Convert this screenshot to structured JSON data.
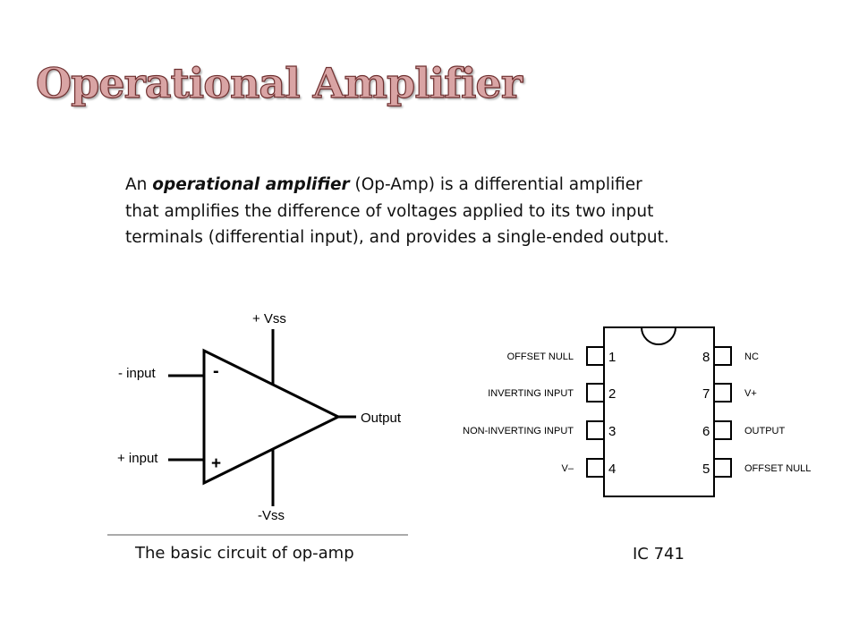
{
  "title": "Operational Amplifier",
  "description": {
    "lead": "An ",
    "term": "operational amplifier",
    "rest": " (Op-Amp) is a differential amplifier that amplifies the difference of voltages applied to its two input terminals (differential input), and provides a single-ended output."
  },
  "opamp": {
    "vpos": "+ Vss",
    "vneg": "-Vss",
    "inv_input": "- input",
    "noninv_input": "+ input",
    "minus_sign": "-",
    "plus_sign": "+",
    "output": "Output",
    "caption": "The basic circuit of op-amp"
  },
  "ic": {
    "left_pins": [
      {
        "label": "OFFSET NULL",
        "number": "1"
      },
      {
        "label": "INVERTING INPUT",
        "number": "2"
      },
      {
        "label": "NON-INVERTING INPUT",
        "number": "3"
      },
      {
        "label": "V–",
        "number": "4"
      }
    ],
    "right_pins": [
      {
        "label": "NC",
        "number": "8"
      },
      {
        "label": "V+",
        "number": "7"
      },
      {
        "label": "OUTPUT",
        "number": "6"
      },
      {
        "label": "OFFSET NULL",
        "number": "5"
      }
    ],
    "caption": "IC 741"
  },
  "colors": {
    "title_fill": "#d9a4a4",
    "title_stroke": "#6e2f2f"
  }
}
